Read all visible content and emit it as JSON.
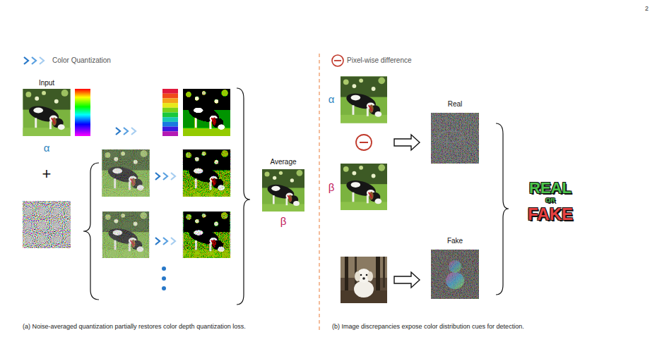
{
  "diagram": {
    "nodes": [
      {
        "text": [
          "Input",
          "α"
        ]
      },
      {
        "text": [
          "Average",
          "β"
        ]
      },
      {
        "text": [
          "α"
        ]
      },
      {
        "text": [
          "β"
        ]
      },
      {
        "text": [
          "Real"
        ]
      },
      {
        "text": [
          "Fake"
        ]
      }
    ],
    "labels": [
      "2",
      "+",
      "(a) Noise-averaged quantization partially restores color depth quantization loss.",
      "REAL",
      "OR",
      "FAKE",
      "(b) Image discrepancies expose color distribution cues for detection."
    ],
    "legend": [
      {
        "text": "Color Quantization"
      },
      {
        "text": "Pixel-wise difference"
      }
    ]
  }
}
